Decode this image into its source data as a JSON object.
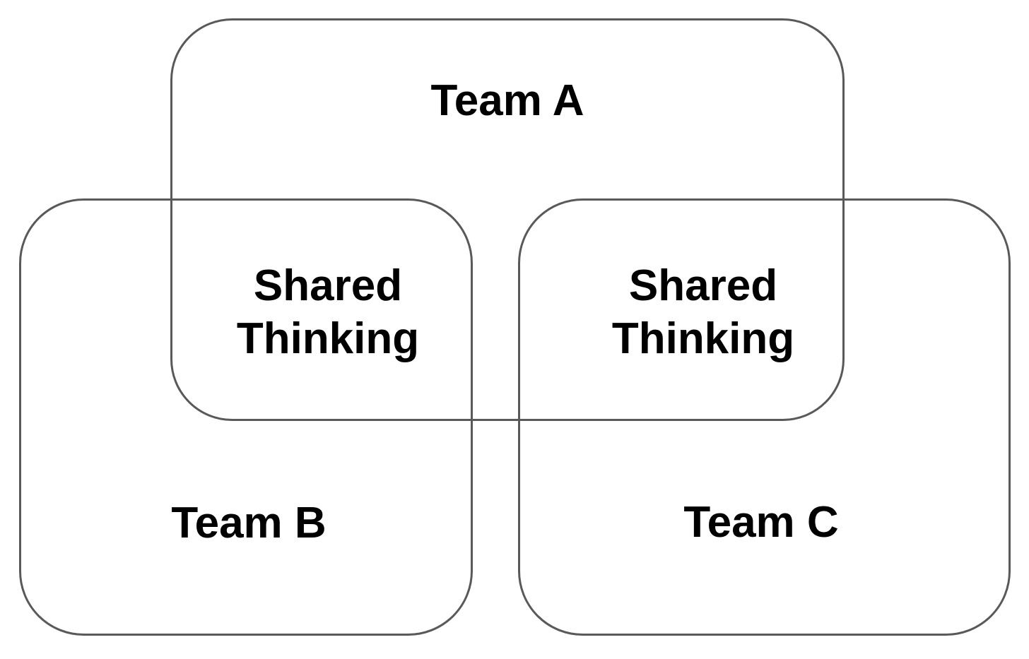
{
  "diagram": {
    "type": "venn-overlap-diagram",
    "background_color": "#ffffff",
    "stroke_color": "#595959",
    "text_color": "#000000",
    "boxes": [
      {
        "name": "team-a",
        "label": "Team A"
      },
      {
        "name": "team-b",
        "label": "Team B"
      },
      {
        "name": "team-c",
        "label": "Team C"
      }
    ],
    "overlaps": [
      {
        "name": "team-a-team-b-overlap",
        "label": "Shared Thinking"
      },
      {
        "name": "team-a-team-c-overlap",
        "label": "Shared Thinking"
      }
    ]
  }
}
